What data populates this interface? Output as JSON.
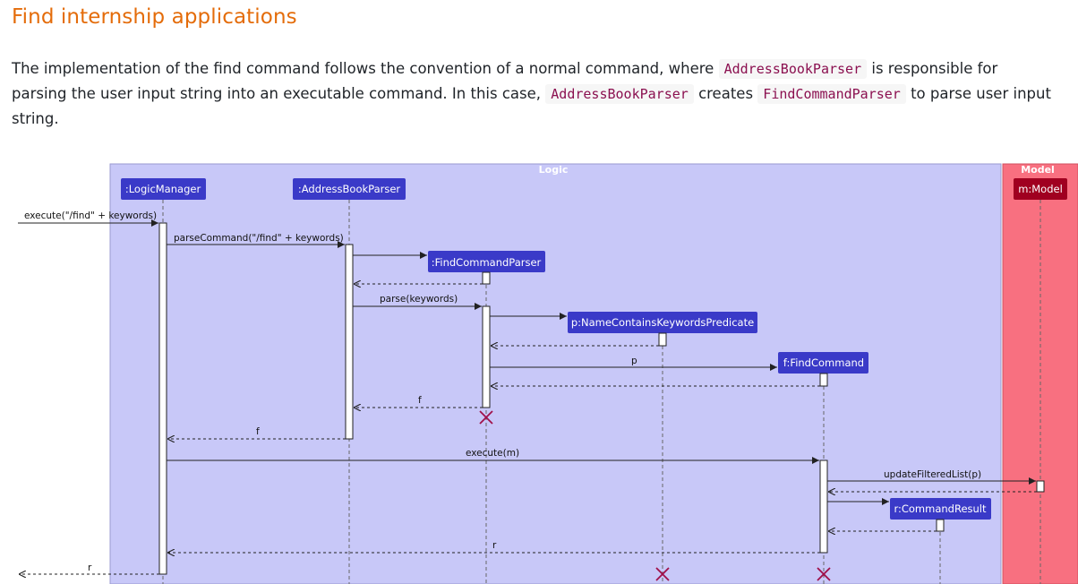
{
  "heading": "Find internship applications",
  "paragraph": {
    "t1": "The implementation of the find command follows the convention of a normal command, where",
    "c1": "AddressBookParser",
    "t2": "is responsible for",
    "t3": "parsing the user input string into an executable command. In this case,",
    "c2": "AddressBookParser",
    "t4": "creates",
    "c3": "FindCommandParser",
    "t5": "to parse user input",
    "t6": "string."
  },
  "diagram": {
    "box_logic": "Logic",
    "box_model": "Model",
    "participants": {
      "logic_manager": ":LogicManager",
      "address_book_parser": ":AddressBookParser",
      "find_command_parser": ":FindCommandParser",
      "predicate": "p:NameContainsKeywordsPredicate",
      "find_command": "f:FindCommand",
      "command_result": "r:CommandResult",
      "model": "m:Model"
    },
    "messages": {
      "execute_find": "execute(\"/find\" + keywords)",
      "parse_command": "parseCommand(\"/find\" + keywords)",
      "parse_keywords": "parse(keywords)",
      "p_arg": "p",
      "return_f1": "f",
      "return_f2": "f",
      "execute_m": "execute(m)",
      "update_filtered_list": "updateFilteredList(p)",
      "return_r1": "r",
      "return_r2": "r"
    },
    "colors": {
      "logic_bg": "#c8c8f8",
      "model_bg": "#f87080",
      "participant": "#3a3ac8",
      "model_participant": "#a00020",
      "destroy": "#a0104a",
      "heading": "#e46c0a"
    }
  }
}
